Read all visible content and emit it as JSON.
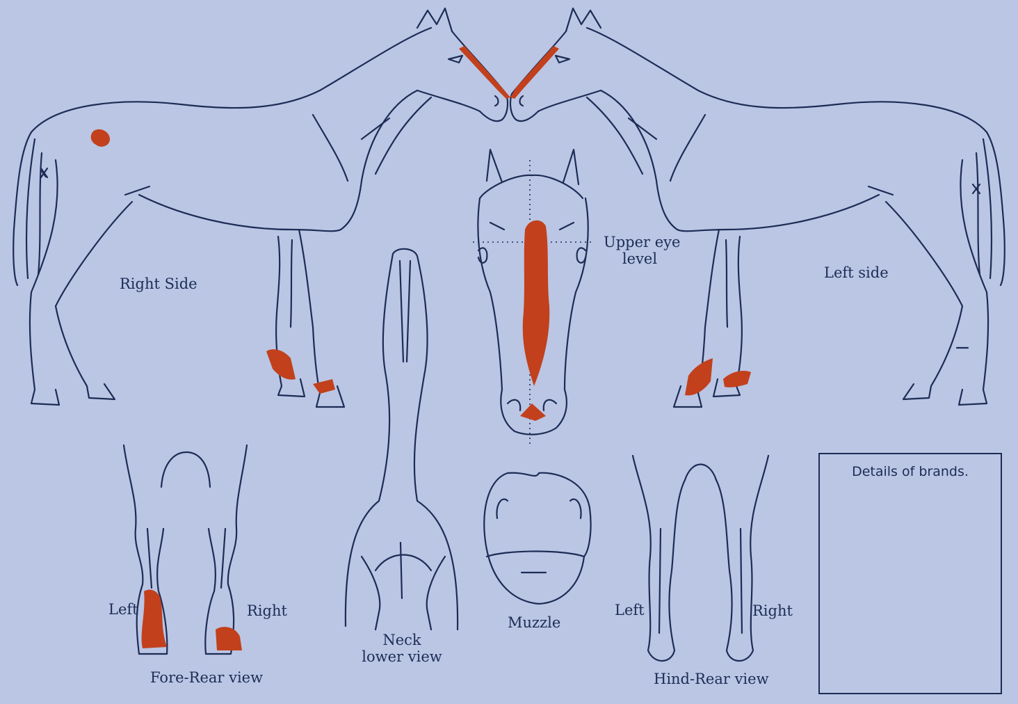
{
  "labels": {
    "right_side": "Right Side",
    "left_side": "Left side",
    "upper_eye_level_1": "Upper eye",
    "upper_eye_level_2": "level",
    "neck_1": "Neck",
    "neck_2": "lower view",
    "muzzle": "Muzzle",
    "fore_left": "Left",
    "fore_right": "Right",
    "fore_rear_view": "Fore-Rear view",
    "hind_left": "Left",
    "hind_right": "Right",
    "hind_rear_view": "Hind-Rear view",
    "brands_title": "Details of brands."
  },
  "colors": {
    "background": "#bac6e4",
    "line": "#1d2c55",
    "marking": "#c2401c"
  }
}
